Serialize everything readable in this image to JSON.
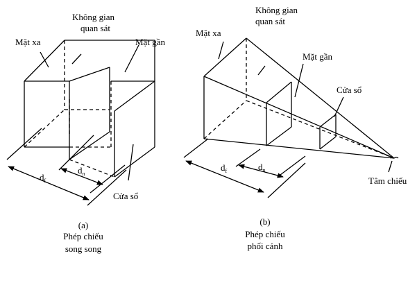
{
  "diagram_a": {
    "label_far_plane": "Mặt xa",
    "label_view_volume_line1": "Không gian",
    "label_view_volume_line2": "quan sát",
    "label_near_plane": "Mặt gần",
    "label_window": "Cửa sổ",
    "label_df": "d",
    "label_df_sub": "f",
    "label_dn": "d",
    "label_dn_sub": "n",
    "caption_letter": "(a)",
    "caption_line1": "Phép chiếu",
    "caption_line2": "song song"
  },
  "diagram_b": {
    "label_far_plane": "Mặt xa",
    "label_view_volume_line1": "Không gian",
    "label_view_volume_line2": "quan sát",
    "label_near_plane": "Mặt gần",
    "label_window": "Cửa sổ",
    "label_df": "d",
    "label_df_sub": "f",
    "label_dn": "d",
    "label_dn_sub": "n",
    "label_center": "Tâm chiếu",
    "caption_letter": "(b)",
    "caption_line1": "Phép chiếu",
    "caption_line2": "phối cảnh"
  }
}
